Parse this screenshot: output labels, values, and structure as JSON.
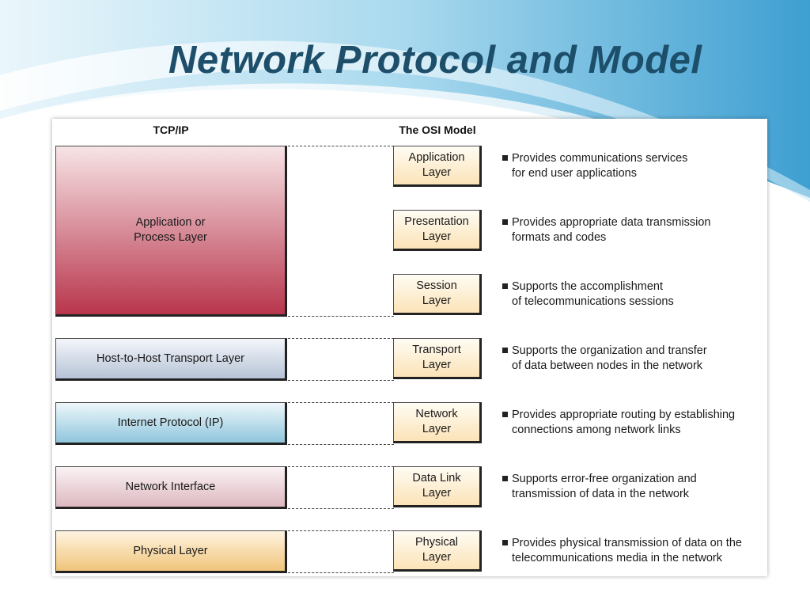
{
  "slide": {
    "title": "Network Protocol and Model"
  },
  "headers": {
    "tcpip": "TCP/IP",
    "osi": "The OSI Model"
  },
  "tcpip_layers": [
    {
      "label": "Application or\nProcess Layer",
      "color_top": "#f7e4e6",
      "color_bottom": "#b8354c"
    },
    {
      "label": "Host-to-Host Transport Layer",
      "color_top": "#f4f6fa",
      "color_bottom": "#b6c3d6"
    },
    {
      "label": "Internet Protocol (IP)",
      "color_top": "#eef7fb",
      "color_bottom": "#8fc6dd"
    },
    {
      "label": "Network Interface",
      "color_top": "#fbf3f5",
      "color_bottom": "#dcb8c0"
    },
    {
      "label": "Physical Layer",
      "color_top": "#fff4e0",
      "color_bottom": "#f0c47a"
    }
  ],
  "osi_layers": [
    {
      "label": "Application\nLayer",
      "description": "Provides communications services\nfor end user applications"
    },
    {
      "label": "Presentation\nLayer",
      "description": "Provides appropriate data transmission\nformats and codes"
    },
    {
      "label": "Session\nLayer",
      "description": "Supports the accomplishment\nof telecommunications sessions"
    },
    {
      "label": "Transport\nLayer",
      "description": "Supports the organization and transfer\nof data between nodes in the network"
    },
    {
      "label": "Network\nLayer",
      "description": "Provides appropriate routing by establishing\nconnections among network links"
    },
    {
      "label": "Data Link\nLayer",
      "description": "Supports error-free organization and\ntransmission of data in the network"
    },
    {
      "label": "Physical\nLayer",
      "description": "Provides physical transmission of data on the\ntelecommunications media in the network"
    }
  ],
  "colors": {
    "title": "#1d4f6b",
    "wave_light": "#d7eef8",
    "wave_mid": "#7cc3e3",
    "wave_dark": "#3d9fd0"
  }
}
